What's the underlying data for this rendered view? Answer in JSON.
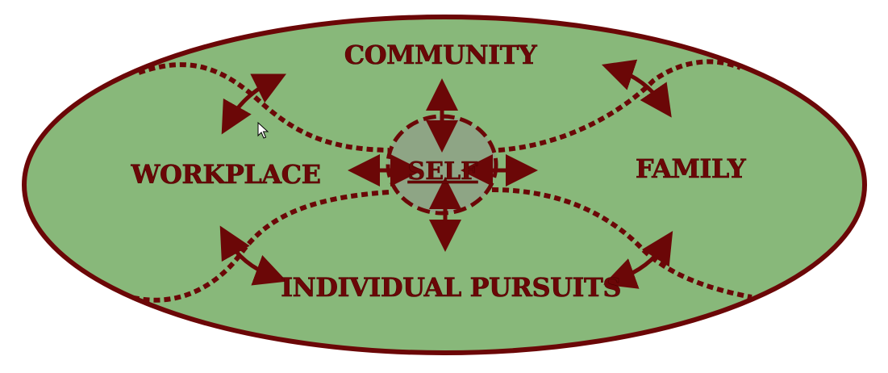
{
  "colors": {
    "background": "#ffffff",
    "ellipse_fill": "#88b87a",
    "accent": "#6b0707",
    "self_fill": "#8ea585"
  },
  "labels": {
    "community": "COMMUNITY",
    "workplace": "WORKPLACE",
    "family": "FAMILY",
    "individual_pursuits": "INDIVIDUAL PURSUITS",
    "self": "SELF"
  },
  "icons": {
    "cursor": "mouse-pointer-icon"
  }
}
